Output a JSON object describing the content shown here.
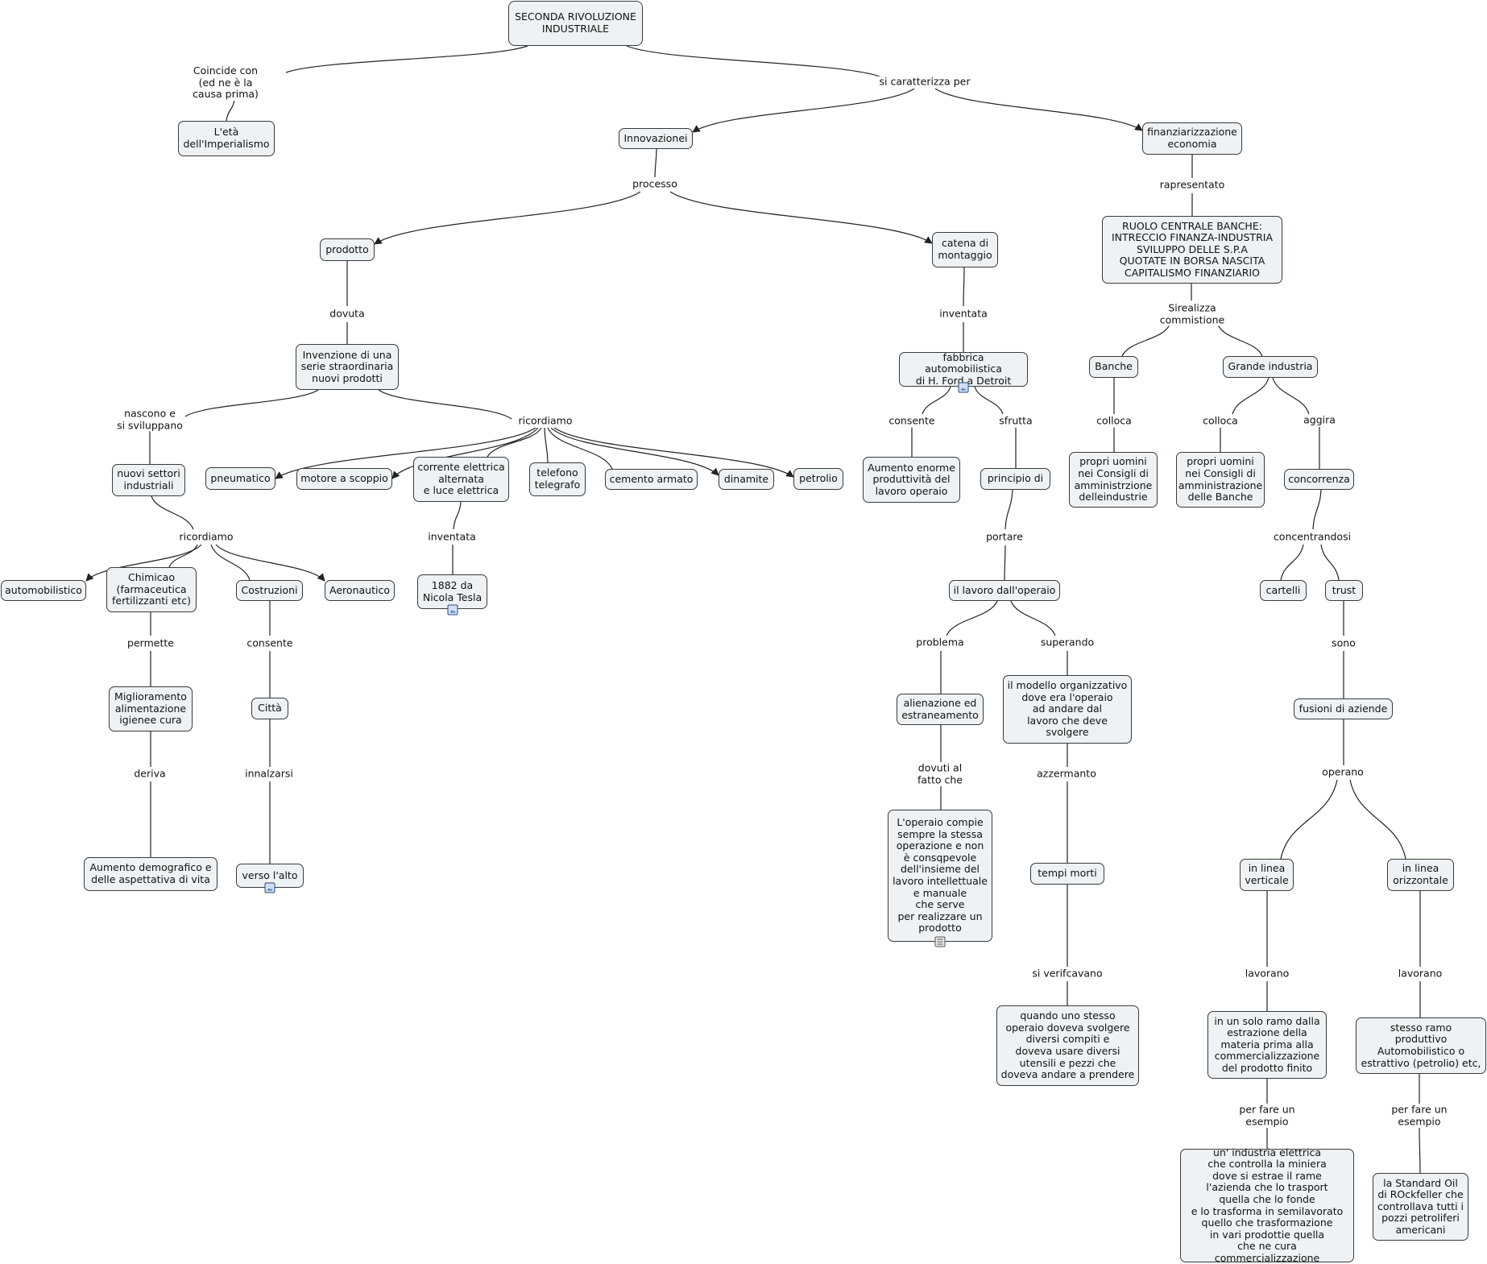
{
  "nodes": {
    "root": "SECONDA RIVOLUZIONE\nINDUSTRIALE",
    "imperialismo": "L'età\ndell'Imperialismo",
    "innovazionei": "Innovazionei",
    "finanz": "finanziarizzazione\neconomia",
    "prodotto": "prodotto",
    "catena": "catena di\nmontaggio",
    "ruolo": "RUOLO CENTRALE BANCHE:\nINTRECCIO FINANZA-INDUSTRIA\nSVILUPPO DELLE S.P.A\nQUOTATE IN BORSA NASCITA\nCAPITALISMO FINANZIARIO",
    "invenzione": "Invenzione di una\nserie straordinaria\nnuovi prodotti",
    "fabbrica": "fabbrica automobilistica\ndi H. Ford a Detroit",
    "banche": "Banche",
    "grande": "Grande industria",
    "nuovi": "nuovi settori\nindustriali",
    "pneumatico": "pneumatico",
    "motore": "motore a scoppio",
    "corrente": "corrente elettrica\nalternata\ne luce elettrica",
    "telefono": "telefono\ntelegrafo",
    "cemento": "cemento armato",
    "dinamite": "dinamite",
    "petrolio": "petrolio",
    "aumento_prod": "Aumento enorme\nproduttività del\nlavoro operaio",
    "principio": "principio di",
    "propri1": "propri uomini\nnei Consigli di\namministrzione\ndelleindustrie",
    "propri2": "propri uomini\nnei Consigli di\namministrazione\ndelle Banche",
    "concorrenza": "concorrenza",
    "automobilistico": "automobilistico",
    "chimicao": "Chimicao\n(farmaceutica\nfertilizzanti etc)",
    "costruzioni": "Costruzioni",
    "aeronautico": "Aeronautico",
    "tesla": "1882 da\nNicola Tesla",
    "lavoro": "il lavoro dall'operaio",
    "cartelli": "cartelli",
    "trust": "trust",
    "miglioramento": "Miglioramento\nalimentazione\nigienee cura",
    "citta": "Città",
    "alienazione": "alienazione ed\nestraneamento",
    "modello": "il modello organizzativo\ndove era l'operaio\nad andare dal\nlavoro che deve\nsvolgere",
    "fusioni": "fusioni di aziende",
    "demografico": "Aumento demografico e\ndelle aspettativa di vita",
    "verso": "verso l'alto",
    "operaio": "L'operaio compie\nsempre la stessa\noperazione e non\nè consqpevole\ndell'insieme del\nlavoro intellettuale\ne manuale\nche serve\nper realizzare un\nprodotto",
    "tempi": "tempi  morti",
    "verticale": "in linea\nverticale",
    "orizzontale": "in linea\norizzontale",
    "quando": "quando uno stesso\noperaio doveva svolgere\ndiversi compiti e\ndoveva usare diversi\nutensili e pezzi che\ndoveva andare a prendere",
    "solo_ramo": "in un solo ramo dalla\nestrazione della\nmateria prima  alla\ncommercializzazione\ndel  prodotto  finito",
    "stesso_ramo": "stesso ramo\nproduttivo\nAutomobilistico o\nestrattivo (petrolio) etc,",
    "industria_el": "un' industria elettrica\nche controlla la miniera\ndove si estrae il rame\nl'azienda che lo trasport\nquella che lo fonde\ne lo trasforma in semilavorato\nquello che trasformazione\nin vari prodottie quella\nche ne cura commercializzazione",
    "standard": "la Standard Oil\ndi ROckfeller che\ncontrollava tutti i\npozzi petroliferi\namericani"
  },
  "labels": {
    "coincide": "Coincide con\n(ed ne è la\ncausa prima)",
    "caratterizza": "si caratterizza per",
    "processo": "processo",
    "rapresentato": "rapresentato",
    "dovuta": "dovuta",
    "inventata1": "inventata",
    "sirealizza": "Sirealizza\ncommistione",
    "nascono": "nascono e\nsi sviluppano",
    "ricordiamo1": "ricordiamo",
    "consente1": "consente",
    "sfrutta": "sfrutta",
    "colloca1": "colloca",
    "colloca2": "colloca",
    "aggira": "aggira",
    "ricordiamo2": "ricordiamo",
    "inventata2": "inventata",
    "portare": "portare",
    "concentrandosi": "concentrandosi",
    "permette": "permette",
    "consente2": "consente",
    "problema": "problema",
    "superando": "superando",
    "sono": "sono",
    "deriva": "deriva",
    "innalzarsi": "innalzarsi",
    "dovuti": "dovuti al\nfatto che",
    "azzermanto": "azzermanto",
    "operano": "operano",
    "si_verifcavano": "si verifcavano",
    "lavorano1": "lavorano",
    "lavorano2": "lavorano",
    "esempio1": "per fare un\nesempio",
    "esempio2": "per fare un\nesempio"
  },
  "icons": {
    "fabbrica": "image-icon",
    "tesla": "image-icon",
    "verso": "image-icon",
    "operaio": "document-icon"
  },
  "colors": {
    "node_fill": "#eef2f4",
    "node_border": "#3a3a3a",
    "link": "#222222"
  }
}
